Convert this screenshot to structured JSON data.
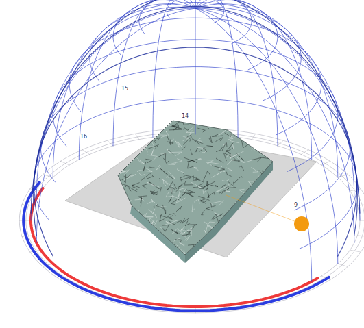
{
  "diagram": {
    "labels": [
      "16",
      "15",
      "14",
      "9"
    ]
  }
}
